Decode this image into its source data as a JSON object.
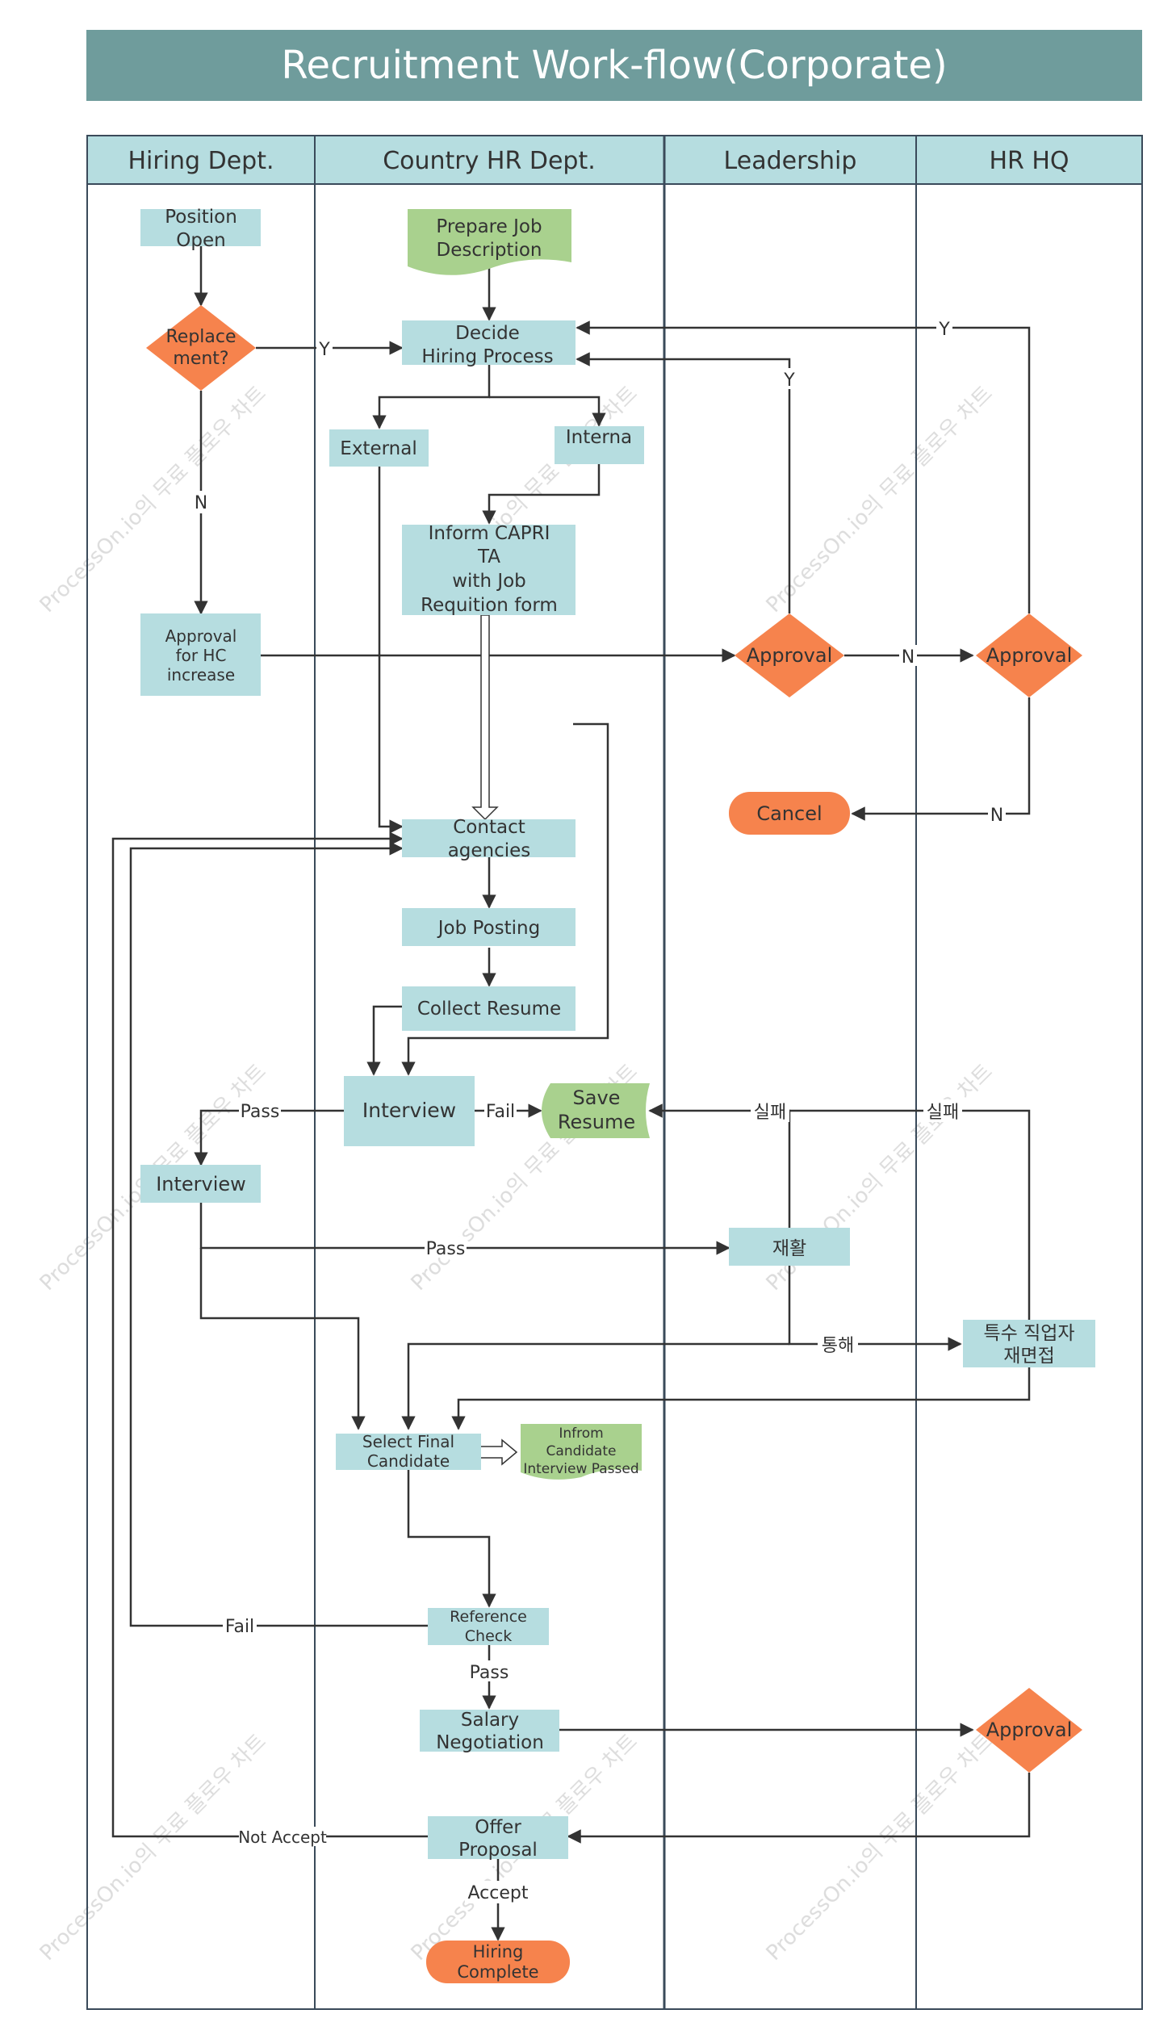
{
  "title": "Recruitment Work-flow(Corporate)",
  "colors": {
    "title_bg": "#6f9c9c",
    "lane_header_bg": "#b6dde0",
    "process_fill": "#b6dde0",
    "decision_fill": "#f6834d",
    "document_fill": "#a9d18e",
    "border": "#3a4a5a",
    "line": "#333333"
  },
  "lanes": [
    {
      "id": "hiring",
      "label": "Hiring Dept."
    },
    {
      "id": "country_hr",
      "label": "Country HR Dept."
    },
    {
      "id": "leadership",
      "label": "Leadership"
    },
    {
      "id": "hr_hq",
      "label": "HR HQ"
    }
  ],
  "nodes": {
    "position_open": [
      "Position",
      "Open"
    ],
    "replacement": [
      "Replace",
      "ment?"
    ],
    "approval_hc": [
      "Approval",
      "for HC",
      "increase"
    ],
    "prepare_jd": [
      "Prepare Job",
      "Description"
    ],
    "decide_hiring": [
      "Decide",
      "Hiring Process"
    ],
    "external": [
      "External"
    ],
    "interna": [
      "Interna"
    ],
    "inform_capri": [
      "Inform CAPRI",
      "TA",
      "with Job",
      "Requition form"
    ],
    "contact_agencies": [
      "Contact",
      "agencies"
    ],
    "job_posting": [
      "Job Posting"
    ],
    "collect_resume": [
      "Collect Resume"
    ],
    "interview_hr": [
      "Interview"
    ],
    "save_resume": [
      "Save",
      "Resume"
    ],
    "interview_hiring": [
      "Interview"
    ],
    "select_final": [
      "Select Final",
      "Candidate"
    ],
    "inform_candidate": [
      "Infrom",
      "Candidate",
      "Interview Passed"
    ],
    "reference_check": [
      "Reference",
      "Check"
    ],
    "salary_negotiation": [
      "Salary",
      "Negotiation"
    ],
    "offer_proposal": [
      "Offer",
      "Proposal"
    ],
    "hiring_complete": [
      "Hiring",
      "Complete"
    ],
    "approval_leadership": [
      "Approval"
    ],
    "cancel": [
      "Cancel"
    ],
    "reactivate": [
      "재활"
    ],
    "approval_hq": [
      "Approval"
    ],
    "special_reinterview": [
      "특수 직업자",
      "재면접"
    ],
    "approval_salary": [
      "Approval"
    ]
  },
  "edge_labels": {
    "replacement_yes": "Y",
    "replacement_no": "N",
    "leadership_yes": "Y",
    "hq_yes": "Y",
    "leadership_no": "N",
    "hq_no": "N",
    "interview_pass": "Pass",
    "interview_fail": "Fail",
    "interview2_pass": "Pass",
    "reactivate_fail": "실패",
    "special_fail": "실패",
    "reactivate_pass": "통해",
    "reference_fail": "Fail",
    "reference_pass": "Pass",
    "offer_not_accept": "Not Accept",
    "offer_accept": "Accept"
  },
  "watermark": "ProcessOn.io의 무료 플로우 차트"
}
